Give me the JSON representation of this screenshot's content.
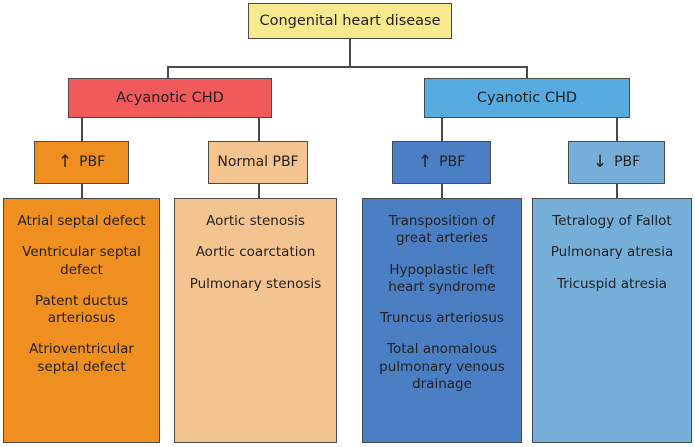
{
  "diagram": {
    "title": "Congenital heart disease",
    "root": {
      "label": "Congenital heart disease",
      "color": "#f7e98e"
    },
    "branches": [
      {
        "label": "Acyanotic CHD",
        "color": "#f05a5a"
      },
      {
        "label": "Cyanotic CHD",
        "color": "#56abe0"
      }
    ],
    "pbf_nodes": [
      {
        "arrow": "↑",
        "label": "PBF",
        "full_label": "↑ PBF",
        "color": "#ef8f20"
      },
      {
        "arrow": "",
        "label": "Normal PBF",
        "full_label": "Normal PBF",
        "color": "#f4c490"
      },
      {
        "arrow": "↑",
        "label": "PBF",
        "full_label": "↑ PBF",
        "color": "#4b7fc4"
      },
      {
        "arrow": "↓",
        "label": "PBF",
        "full_label": "↓ PBF",
        "color": "#75aed8"
      }
    ],
    "lists": [
      {
        "color": "#ef8f20",
        "items": [
          "Atrial septal defect",
          "Ventricular septal defect",
          "Patent ductus arteriosus",
          "Atrioventricular septal defect"
        ]
      },
      {
        "color": "#f4c490",
        "items": [
          "Aortic stenosis",
          "Aortic coarctation",
          "Pulmonary stenosis"
        ]
      },
      {
        "color": "#4b7fc4",
        "items": [
          "Transposition of great arteries",
          "Hypoplastic left heart syndrome",
          "Truncus arteriosus",
          "Total anomalous pulmonary venous drainage"
        ]
      },
      {
        "color": "#75aed8",
        "items": [
          "Tetralogy of Fallot",
          "Pulmonary atresia",
          "Tricuspid atresia"
        ]
      }
    ]
  }
}
